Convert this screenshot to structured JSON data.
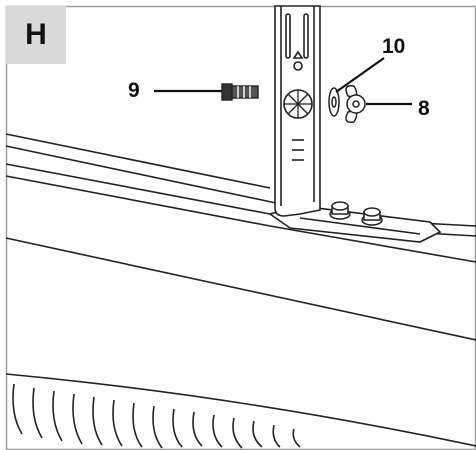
{
  "step": {
    "letter": "H"
  },
  "callouts": {
    "screw": "9",
    "washer": "10",
    "wing_nut": "8"
  },
  "colors": {
    "stroke": "#222222",
    "badge_bg": "#d9d9d9",
    "frame": "#9a9a9a",
    "part_fill": "#ffffff"
  }
}
